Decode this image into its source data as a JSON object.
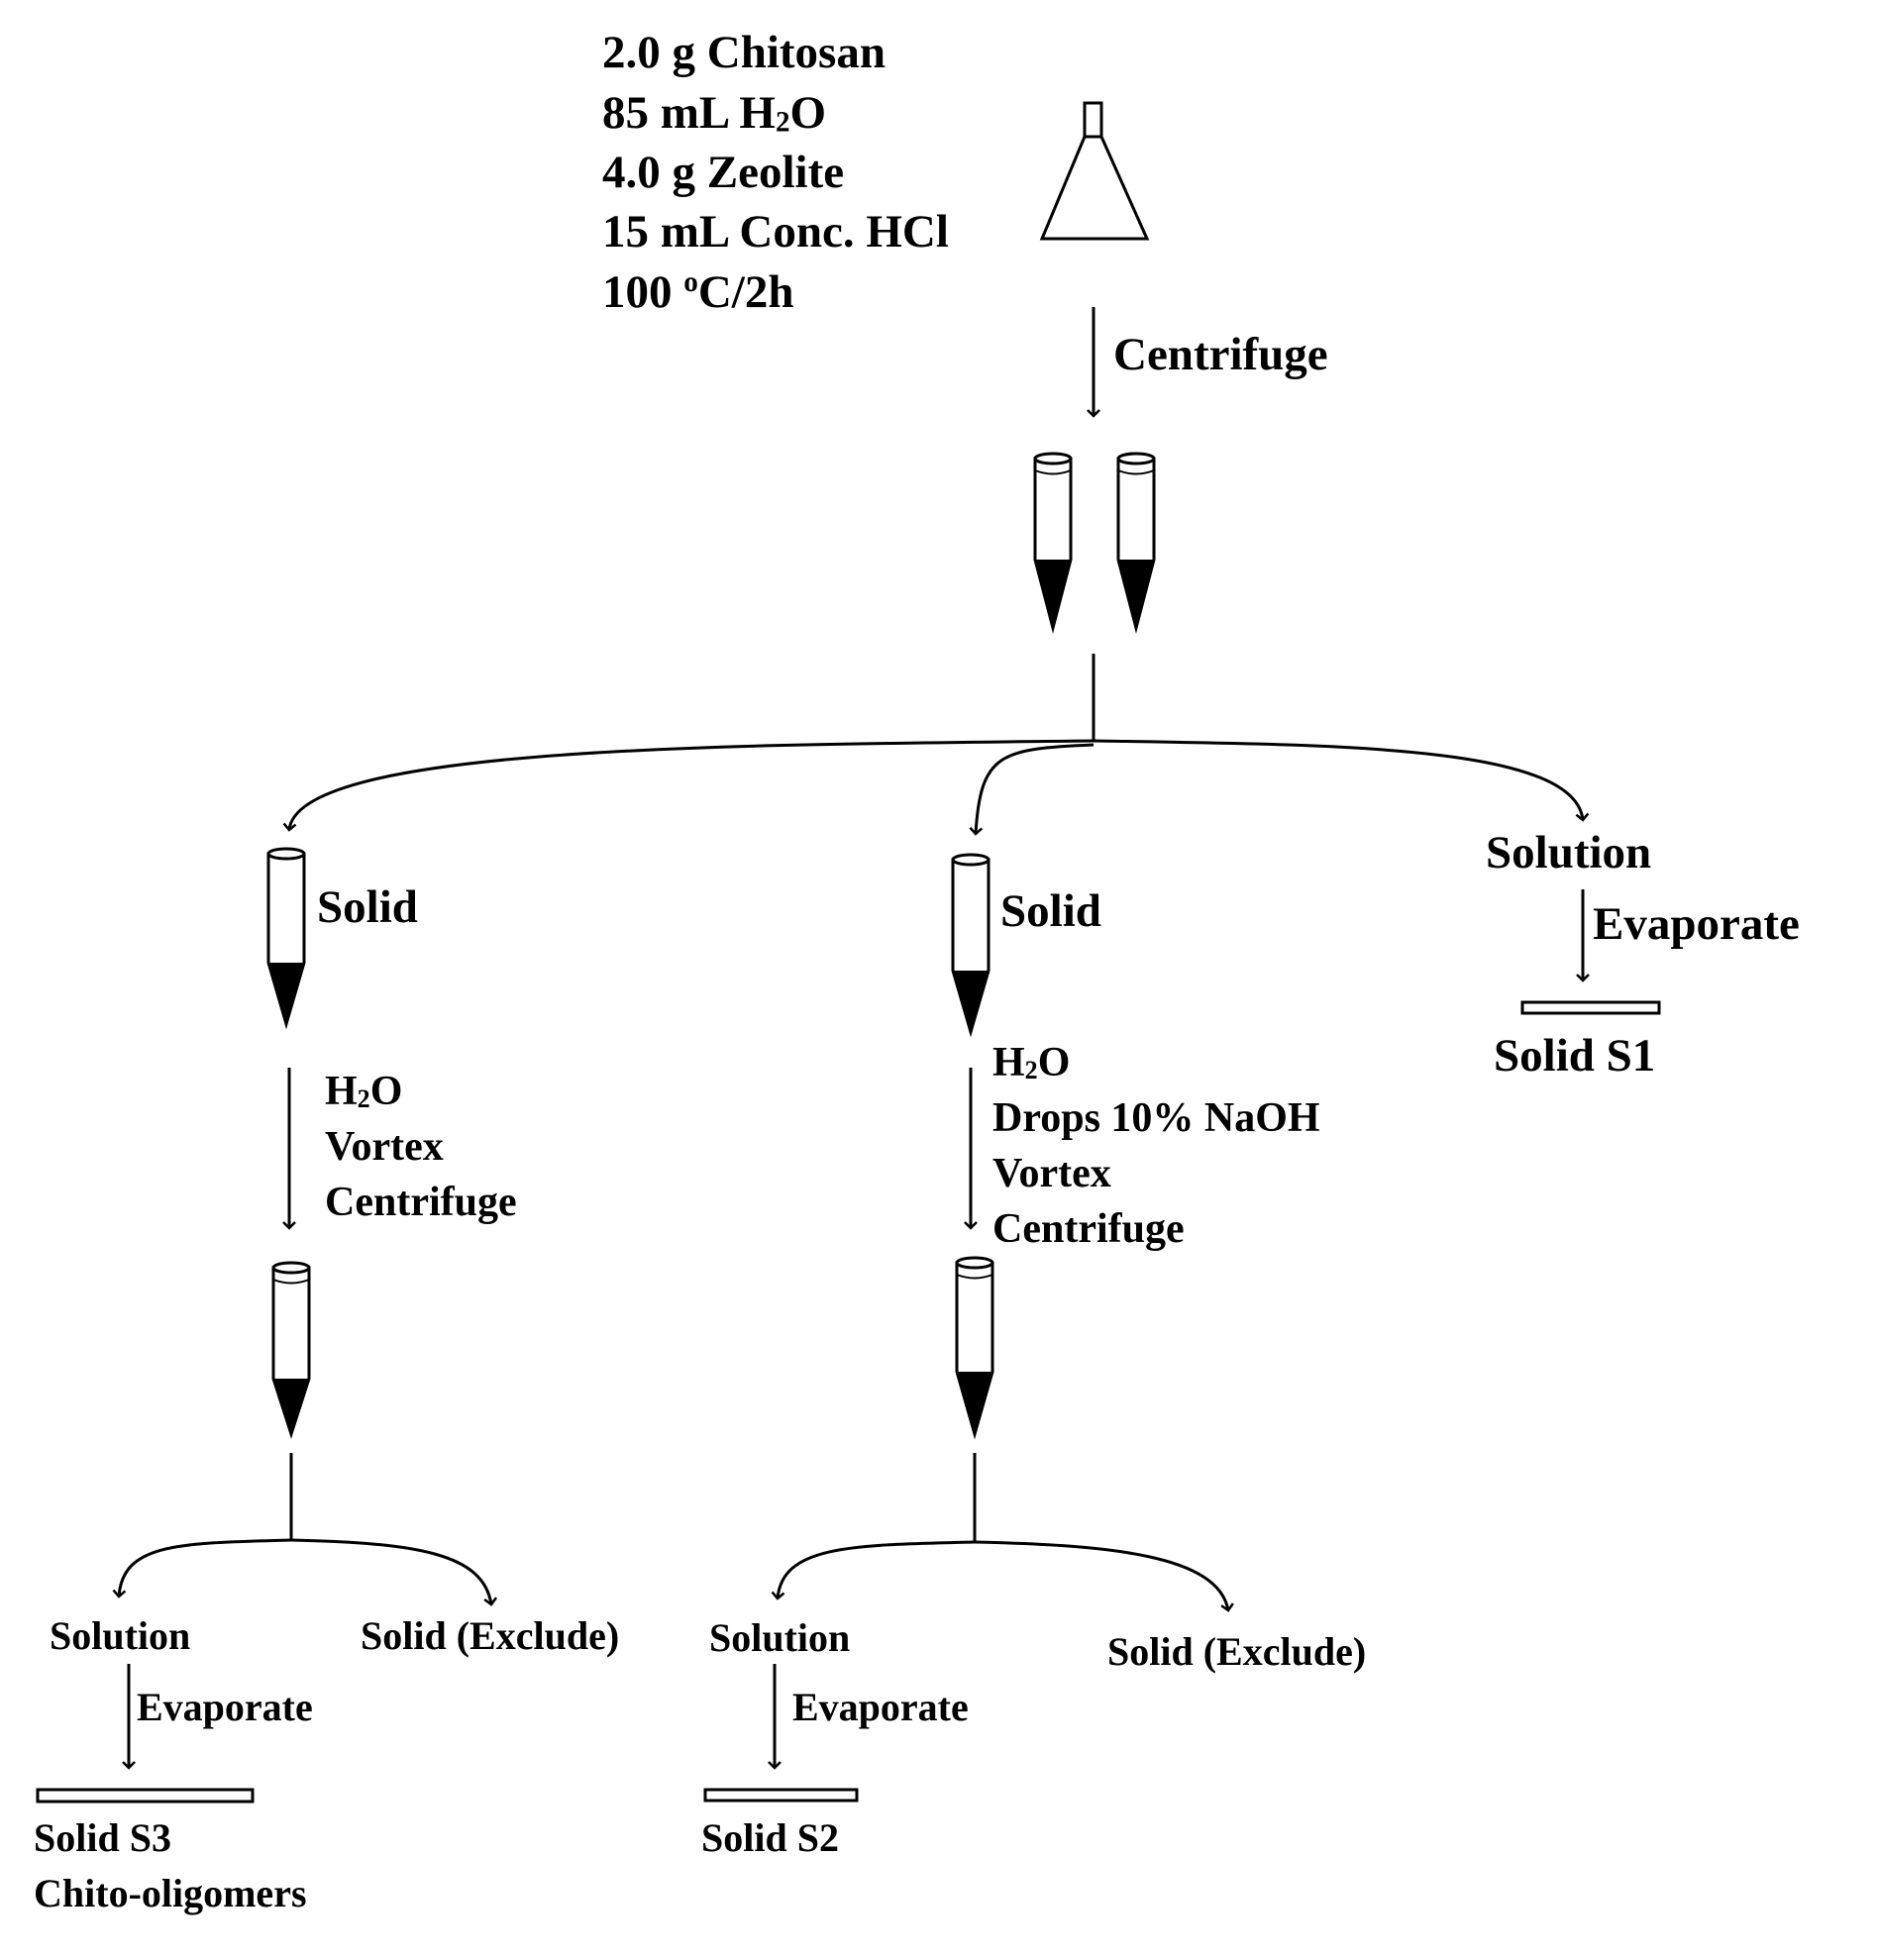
{
  "reagents": {
    "chitosan": "2.0 g Chitosan",
    "water_prefix": "85 mL H",
    "water_sub": "2",
    "water_suffix": "O",
    "zeolite": "4.0 g Zeolite",
    "hcl": "15 mL Conc. HCl",
    "temp_prefix": "100 ",
    "temp_sup": "o",
    "temp_suffix": "C/2h"
  },
  "step1": {
    "label": "Centrifuge"
  },
  "branch_right": {
    "title": "Solution",
    "step": "Evaporate",
    "product": "Solid S1"
  },
  "branch_left": {
    "title": "Solid",
    "reagent_prefix": "H",
    "reagent_sub": "2",
    "reagent_suffix": "O",
    "step_vortex": "Vortex",
    "step_centrifuge": "Centrifuge",
    "solution": "Solution",
    "solid_exclude": "Solid (Exclude)",
    "evaporate": "Evaporate",
    "product": "Solid S3",
    "product_note": "Chito-oligomers"
  },
  "branch_middle": {
    "title": "Solid",
    "reagent_prefix": "H",
    "reagent_sub": "2",
    "reagent_suffix": "O",
    "step_naoh": "Drops 10% NaOH",
    "step_vortex": "Vortex",
    "step_centrifuge": "Centrifuge",
    "solution": "Solution",
    "solid_exclude": "Solid (Exclude)",
    "evaporate": "Evaporate",
    "product": "Solid S2"
  },
  "colors": {
    "ink": "#000000",
    "background": "#ffffff"
  }
}
